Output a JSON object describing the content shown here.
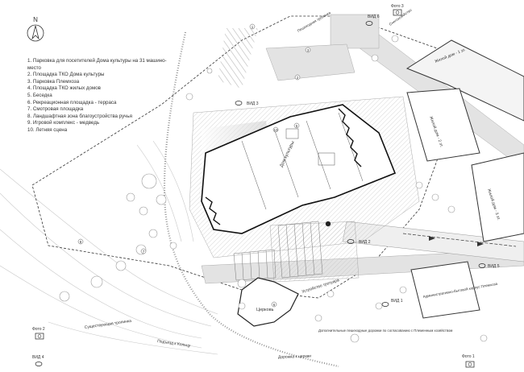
{
  "north": {
    "label": "N"
  },
  "legend": [
    "1. Парковка для посетителей Дома культуры на 31 машино-место",
    "2. Площадка ТКО Дома культуры",
    "3. Парковка Племхоза",
    "4. Площадка ТКО жилых домов",
    "5. Беседка",
    "6. Рекреационная площадка - терраса",
    "7. Смотровая площадка",
    "8. Ландшафтная зона благоустройства ручья",
    "9. Игровой комплекс - медведь",
    "10. Летняя сцена"
  ],
  "buildings": {
    "main": "Дом культуры",
    "church": "Церковь",
    "house_2": "Жилой дом - 2 эт.",
    "house_1": "Жилой дом - 1 эт.",
    "house_3": "Жилой дом - 3 эт.",
    "admin": "Административно-бытовой корпус Племхоза"
  },
  "views": {
    "v1": "ВИД 1",
    "v2": "ВИД 2",
    "v3": "ВИД 3",
    "v4": "ВИД 4",
    "v5": "ВИД 5",
    "v6": "ВИД 6"
  },
  "photos": {
    "p1": "Фото 1",
    "p2": "Фото 2",
    "p3": "Фото 3"
  },
  "roads": {
    "school": "Существующая тропинка",
    "road_1": "Подъезд к Кольцу",
    "road_2": "Дорожка к церкви",
    "road_3": "Устройство тротуара",
    "road_4": "Снегохозяйство",
    "road_5": "Пешеходная тропинка"
  },
  "note": "Дополнительные пешеходные дорожки по согласованию с Племенным хозяйством",
  "numbers": [
    "1",
    "2",
    "3",
    "4",
    "5",
    "6",
    "7",
    "8",
    "9",
    "10"
  ]
}
